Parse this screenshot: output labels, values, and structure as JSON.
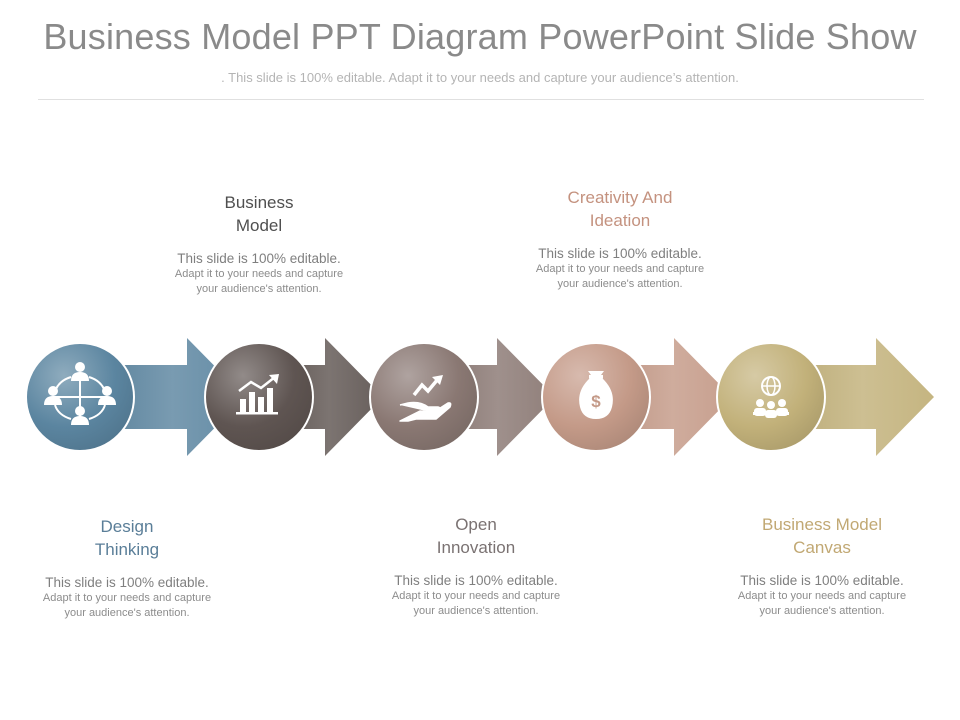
{
  "header": {
    "title": "Business Model PPT Diagram PowerPoint Slide Show",
    "subtitle": ". This slide is 100% editable. Adapt it to your needs and capture your audience’s attention."
  },
  "stages": [
    {
      "heading": "Design\nThinking",
      "lead": "This slide is 100% editable.",
      "body": "Adapt it to your needs and capture\nyour audience's attention.",
      "icon": "team-network-icon",
      "color": "#5b85a0",
      "heading_color": "#5a7e98",
      "label_position": "below"
    },
    {
      "heading": "Business\nModel",
      "lead": "This slide is 100% editable.",
      "body": "Adapt it to your needs and capture\nyour audience's attention.",
      "icon": "bar-chart-growth-icon",
      "color": "#5f5552",
      "heading_color": "#4f4f4f",
      "label_position": "above"
    },
    {
      "heading": "Open\nInnovation",
      "lead": "This slide is 100% editable.",
      "body": "Adapt it to your needs and capture\nyour audience's attention.",
      "icon": "hand-growth-icon",
      "color": "#8a7873",
      "heading_color": "#7a7272",
      "label_position": "below"
    },
    {
      "heading": "Creativity And\nIdeation",
      "lead": "This slide is 100% editable.",
      "body": "Adapt it to your needs and capture\nyour audience's attention.",
      "icon": "money-bag-icon",
      "color": "#c49a88",
      "heading_color": "#c4927f",
      "label_position": "above"
    },
    {
      "heading": "Business Model\nCanvas",
      "lead": "This slide is 100% editable.",
      "body": "Adapt it to your needs and capture\nyour audience's attention.",
      "icon": "global-team-icon",
      "color": "#c2b17a",
      "heading_color": "#c1a873",
      "label_position": "below"
    }
  ]
}
